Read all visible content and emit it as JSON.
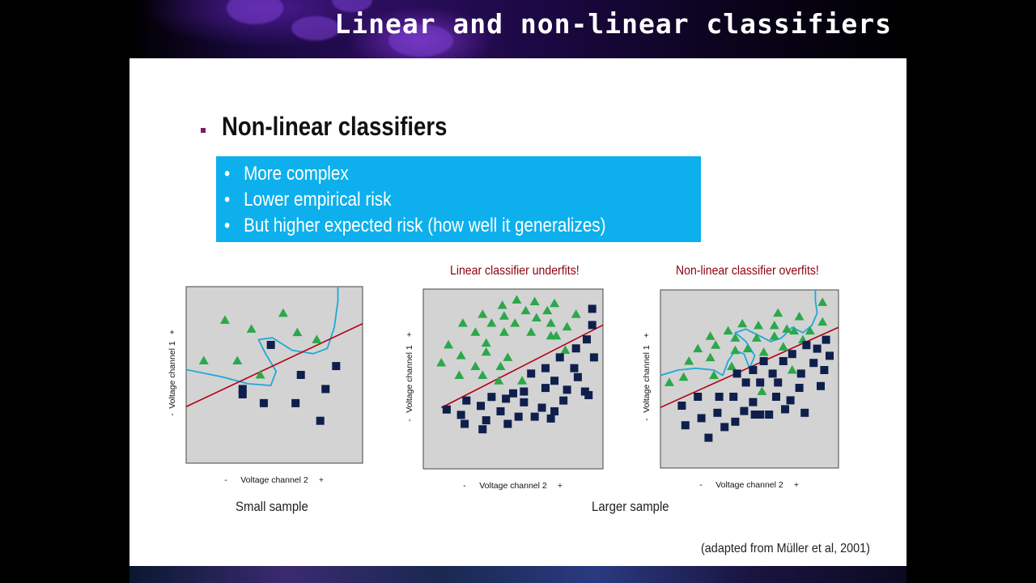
{
  "slide_title": "Linear and non-linear classifiers",
  "heading": "Non-linear classifiers",
  "box_bullets": [
    "More complex",
    "Lower empirical risk",
    "But higher expected risk (how well it generalizes)"
  ],
  "colors": {
    "box": "#0db0ec",
    "plot_bg": "#d3d3d3",
    "triangle": "#2aa84a",
    "square": "#0f1f4d",
    "linear_boundary": "#b00010",
    "nonlinear_boundary": "#1fa8d6",
    "plot_title": "#8b0010",
    "bullet": "#7a1c6e"
  },
  "axis": {
    "ylabel": "Voltage channel 1",
    "xlabel": "Voltage channel 2",
    "minus": "-",
    "plus": "+"
  },
  "chart_data": [
    {
      "type": "scatter",
      "title": "",
      "xlabel": "Voltage channel 2",
      "ylabel": "Voltage channel 1",
      "xlim": [
        0,
        1
      ],
      "ylim": [
        0,
        1
      ],
      "series": [
        {
          "marker": "triangle",
          "points": [
            [
              0.22,
              0.81
            ],
            [
              0.55,
              0.85
            ],
            [
              0.37,
              0.76
            ],
            [
              0.63,
              0.74
            ],
            [
              0.74,
              0.7
            ],
            [
              0.1,
              0.58
            ],
            [
              0.29,
              0.58
            ],
            [
              0.42,
              0.5
            ]
          ]
        },
        {
          "marker": "square",
          "points": [
            [
              0.48,
              0.67
            ],
            [
              0.85,
              0.55
            ],
            [
              0.65,
              0.5
            ],
            [
              0.79,
              0.42
            ],
            [
              0.32,
              0.39
            ],
            [
              0.44,
              0.34
            ],
            [
              0.62,
              0.34
            ],
            [
              0.76,
              0.24
            ],
            [
              0.32,
              0.42
            ]
          ]
        }
      ],
      "linear_boundary": [
        [
          0,
          0.32
        ],
        [
          1,
          0.79
        ]
      ],
      "nonlinear_boundary": [
        [
          0,
          0.53
        ],
        [
          0.2,
          0.49
        ],
        [
          0.35,
          0.45
        ],
        [
          0.48,
          0.44
        ],
        [
          0.51,
          0.52
        ],
        [
          0.45,
          0.62
        ],
        [
          0.41,
          0.7
        ],
        [
          0.49,
          0.71
        ],
        [
          0.6,
          0.64
        ],
        [
          0.72,
          0.62
        ],
        [
          0.8,
          0.65
        ],
        [
          0.84,
          0.77
        ],
        [
          0.86,
          0.92
        ],
        [
          0.86,
          1.0
        ]
      ]
    },
    {
      "type": "scatter",
      "title": "Linear classifier underfits!",
      "xlabel": "Voltage channel 2",
      "ylabel": "Voltage channel 1",
      "xlim": [
        0,
        1
      ],
      "ylim": [
        0,
        1
      ],
      "series": [
        {
          "marker": "triangle",
          "points": [
            [
              0.52,
              0.94
            ],
            [
              0.62,
              0.93
            ],
            [
              0.73,
              0.92
            ],
            [
              0.44,
              0.91
            ],
            [
              0.57,
              0.88
            ],
            [
              0.69,
              0.88
            ],
            [
              0.33,
              0.86
            ],
            [
              0.45,
              0.85
            ],
            [
              0.63,
              0.84
            ],
            [
              0.22,
              0.81
            ],
            [
              0.38,
              0.81
            ],
            [
              0.51,
              0.81
            ],
            [
              0.71,
              0.81
            ],
            [
              0.8,
              0.79
            ],
            [
              0.29,
              0.76
            ],
            [
              0.45,
              0.76
            ],
            [
              0.6,
              0.76
            ],
            [
              0.74,
              0.74
            ],
            [
              0.14,
              0.69
            ],
            [
              0.35,
              0.7
            ],
            [
              0.21,
              0.63
            ],
            [
              0.35,
              0.65
            ],
            [
              0.47,
              0.62
            ],
            [
              0.1,
              0.59
            ],
            [
              0.43,
              0.57
            ],
            [
              0.29,
              0.57
            ],
            [
              0.2,
              0.52
            ],
            [
              0.33,
              0.52
            ],
            [
              0.42,
              0.49
            ],
            [
              0.55,
              0.49
            ],
            [
              0.71,
              0.74
            ],
            [
              0.79,
              0.66
            ],
            [
              0.85,
              0.86
            ]
          ]
        },
        {
          "marker": "square",
          "points": [
            [
              0.94,
              0.89
            ],
            [
              0.94,
              0.8
            ],
            [
              0.91,
              0.72
            ],
            [
              0.95,
              0.62
            ],
            [
              0.85,
              0.67
            ],
            [
              0.76,
              0.62
            ],
            [
              0.68,
              0.56
            ],
            [
              0.84,
              0.56
            ],
            [
              0.6,
              0.53
            ],
            [
              0.73,
              0.49
            ],
            [
              0.86,
              0.51
            ],
            [
              0.56,
              0.43
            ],
            [
              0.68,
              0.45
            ],
            [
              0.8,
              0.44
            ],
            [
              0.9,
              0.43
            ],
            [
              0.92,
              0.41
            ],
            [
              0.5,
              0.42
            ],
            [
              0.38,
              0.4
            ],
            [
              0.46,
              0.39
            ],
            [
              0.32,
              0.35
            ],
            [
              0.56,
              0.37
            ],
            [
              0.66,
              0.34
            ],
            [
              0.78,
              0.38
            ],
            [
              0.24,
              0.38
            ],
            [
              0.13,
              0.33
            ],
            [
              0.21,
              0.3
            ],
            [
              0.43,
              0.32
            ],
            [
              0.53,
              0.29
            ],
            [
              0.62,
              0.29
            ],
            [
              0.71,
              0.28
            ],
            [
              0.35,
              0.27
            ],
            [
              0.47,
              0.25
            ],
            [
              0.23,
              0.25
            ],
            [
              0.33,
              0.22
            ],
            [
              0.73,
              0.32
            ]
          ]
        }
      ],
      "linear_boundary": [
        [
          0.1,
          0.34
        ],
        [
          1,
          0.8
        ]
      ],
      "nonlinear_boundary": []
    },
    {
      "type": "scatter",
      "title": "Non-linear classifier overfits!",
      "xlabel": "Voltage channel 2",
      "ylabel": "Voltage channel 1",
      "xlim": [
        0,
        1
      ],
      "ylim": [
        0,
        1
      ],
      "series": [
        {
          "marker": "triangle",
          "points": [
            [
              0.91,
              0.93
            ],
            [
              0.66,
              0.87
            ],
            [
              0.78,
              0.85
            ],
            [
              0.91,
              0.82
            ],
            [
              0.46,
              0.81
            ],
            [
              0.55,
              0.8
            ],
            [
              0.64,
              0.8
            ],
            [
              0.71,
              0.78
            ],
            [
              0.38,
              0.77
            ],
            [
              0.84,
              0.77
            ],
            [
              0.28,
              0.74
            ],
            [
              0.42,
              0.73
            ],
            [
              0.54,
              0.73
            ],
            [
              0.64,
              0.74
            ],
            [
              0.75,
              0.77
            ],
            [
              0.8,
              0.72
            ],
            [
              0.21,
              0.67
            ],
            [
              0.31,
              0.69
            ],
            [
              0.42,
              0.66
            ],
            [
              0.49,
              0.67
            ],
            [
              0.58,
              0.65
            ],
            [
              0.69,
              0.68
            ],
            [
              0.16,
              0.6
            ],
            [
              0.28,
              0.62
            ],
            [
              0.4,
              0.57
            ],
            [
              0.13,
              0.51
            ],
            [
              0.3,
              0.52
            ],
            [
              0.05,
              0.48
            ],
            [
              0.57,
              0.43
            ],
            [
              0.74,
              0.55
            ]
          ]
        },
        {
          "marker": "square",
          "points": [
            [
              0.93,
              0.72
            ],
            [
              0.88,
              0.67
            ],
            [
              0.82,
              0.69
            ],
            [
              0.95,
              0.63
            ],
            [
              0.74,
              0.64
            ],
            [
              0.69,
              0.6
            ],
            [
              0.58,
              0.6
            ],
            [
              0.86,
              0.59
            ],
            [
              0.52,
              0.55
            ],
            [
              0.63,
              0.53
            ],
            [
              0.79,
              0.53
            ],
            [
              0.92,
              0.55
            ],
            [
              0.43,
              0.53
            ],
            [
              0.48,
              0.48
            ],
            [
              0.56,
              0.48
            ],
            [
              0.66,
              0.48
            ],
            [
              0.78,
              0.45
            ],
            [
              0.9,
              0.46
            ],
            [
              0.21,
              0.4
            ],
            [
              0.33,
              0.4
            ],
            [
              0.41,
              0.4
            ],
            [
              0.52,
              0.37
            ],
            [
              0.65,
              0.4
            ],
            [
              0.73,
              0.38
            ],
            [
              0.12,
              0.35
            ],
            [
              0.32,
              0.31
            ],
            [
              0.47,
              0.32
            ],
            [
              0.56,
              0.3
            ],
            [
              0.7,
              0.33
            ],
            [
              0.81,
              0.31
            ],
            [
              0.23,
              0.28
            ],
            [
              0.42,
              0.26
            ],
            [
              0.14,
              0.24
            ],
            [
              0.36,
              0.23
            ],
            [
              0.27,
              0.17
            ],
            [
              0.61,
              0.3
            ],
            [
              0.53,
              0.3
            ]
          ]
        }
      ],
      "linear_boundary": [
        [
          0,
          0.34
        ],
        [
          1,
          0.79
        ]
      ],
      "nonlinear_boundary": [
        [
          0,
          0.52
        ],
        [
          0.1,
          0.55
        ],
        [
          0.2,
          0.56
        ],
        [
          0.3,
          0.55
        ],
        [
          0.35,
          0.52
        ],
        [
          0.38,
          0.6
        ],
        [
          0.42,
          0.66
        ],
        [
          0.47,
          0.64
        ],
        [
          0.5,
          0.56
        ],
        [
          0.53,
          0.63
        ],
        [
          0.48,
          0.71
        ],
        [
          0.42,
          0.76
        ],
        [
          0.48,
          0.78
        ],
        [
          0.62,
          0.71
        ],
        [
          0.68,
          0.73
        ],
        [
          0.74,
          0.79
        ],
        [
          0.8,
          0.76
        ],
        [
          0.85,
          0.8
        ],
        [
          0.88,
          0.87
        ],
        [
          0.87,
          0.94
        ],
        [
          0.87,
          1.0
        ]
      ]
    }
  ],
  "captions": {
    "small": "Small sample",
    "larger": "Larger sample"
  },
  "credit": "(adapted from Müller et al, 2001)"
}
